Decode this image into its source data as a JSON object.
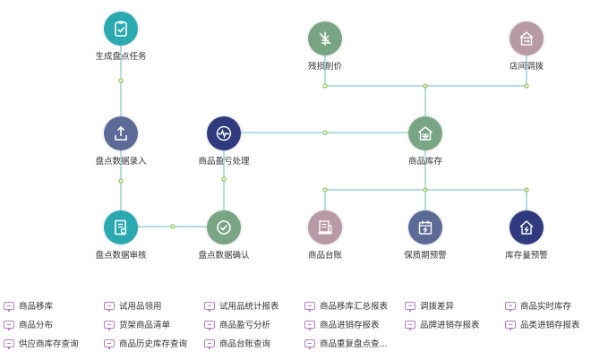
{
  "nodes": {
    "generate_task": {
      "label": "生成盘点任务",
      "color": "#2aa9b0",
      "icon": "clipboard-check-icon"
    },
    "data_entry": {
      "label": "盘点数据录入",
      "color": "#5b6a96",
      "icon": "upload-icon"
    },
    "data_review": {
      "label": "盘点数据审核",
      "color": "#2aa9b0",
      "icon": "document-review-icon"
    },
    "data_confirm": {
      "label": "盘点数据确认",
      "color": "#7aa585",
      "icon": "check-circle-icon"
    },
    "profit_loss": {
      "label": "商品盈亏处理",
      "color": "#2f3b7e",
      "icon": "pulse-icon"
    },
    "damage_price": {
      "label": "残损削价",
      "color": "#7aa585",
      "icon": "price-cut-icon"
    },
    "store_transfer": {
      "label": "店间调拨",
      "color": "#b89aa6",
      "icon": "transfer-house-icon"
    },
    "inventory": {
      "label": "商品库存",
      "color": "#7aa585",
      "icon": "warehouse-icon"
    },
    "ledger": {
      "label": "商品台账",
      "color": "#b89aa6",
      "icon": "ledger-icon"
    },
    "shelf_life": {
      "label": "保质期预警",
      "color": "#5b6a96",
      "icon": "calendar-alert-icon"
    },
    "stock_alert": {
      "label": "库存量预警",
      "color": "#2f3b7e",
      "icon": "house-alert-icon"
    }
  },
  "links": [
    "商品移库",
    "试用品领用",
    "试用品统计报表",
    "商品移库汇总报表",
    "调拨差异",
    "商品实时库存",
    "商品分布",
    "货架商品清单",
    "商品盈亏分析",
    "商品进销存报表",
    "品牌进销存报表",
    "品类进销存报表",
    "供应商库存查询",
    "商品历史库存查询",
    "商品台账查询",
    "商品重复盘点查..."
  ],
  "colors": {
    "line": "#9ed3d8",
    "link_icon": "#b87cc6"
  }
}
